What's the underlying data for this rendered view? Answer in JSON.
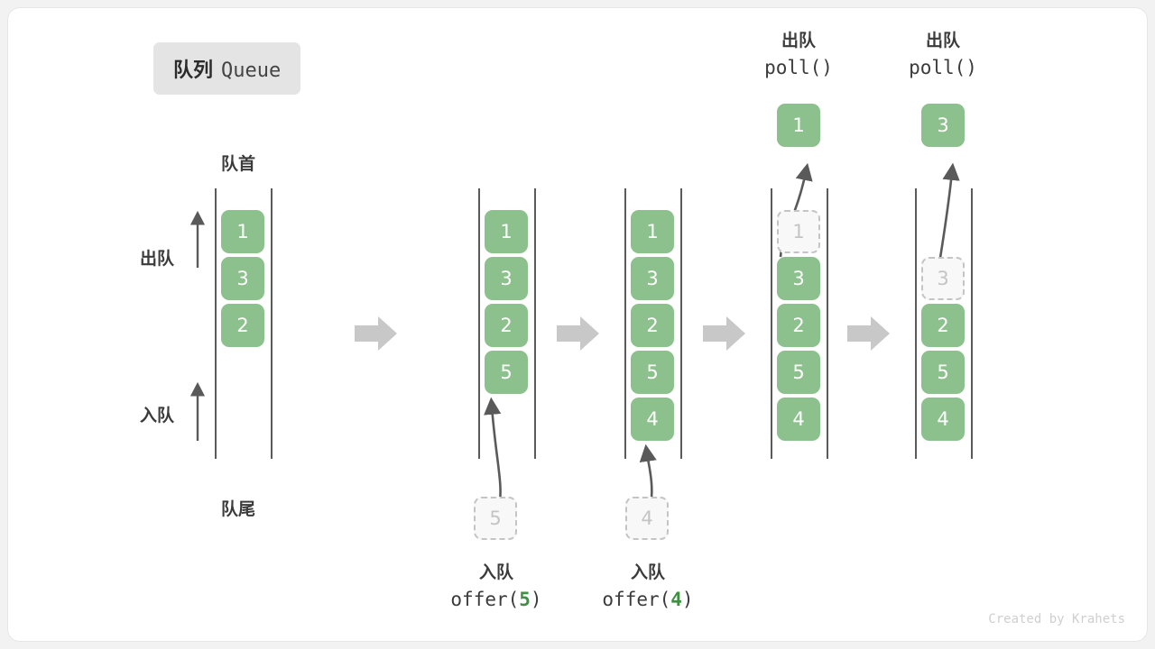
{
  "title": {
    "cn": "队列",
    "en": "Queue"
  },
  "labels": {
    "head": "队首",
    "tail": "队尾",
    "dequeue": "出队",
    "enqueue": "入队"
  },
  "operations": [
    {
      "cn": "入队",
      "code_prefix": "offer(",
      "code_value": "5",
      "code_suffix": ")"
    },
    {
      "cn": "入队",
      "code_prefix": "offer(",
      "code_value": "4",
      "code_suffix": ")"
    },
    {
      "cn": "出队",
      "code_prefix": "poll(",
      "code_value": "",
      "code_suffix": ")"
    },
    {
      "cn": "出队",
      "code_prefix": "poll(",
      "code_value": "",
      "code_suffix": ")"
    }
  ],
  "stages": [
    {
      "name": "initial",
      "cells": [
        "1",
        "3",
        "2"
      ]
    },
    {
      "name": "after-offer5",
      "cells": [
        "1",
        "3",
        "2",
        "5"
      ]
    },
    {
      "name": "after-offer4",
      "cells": [
        "1",
        "3",
        "2",
        "5",
        "4"
      ]
    },
    {
      "name": "polling-1",
      "cells": [
        "1",
        "3",
        "2",
        "5",
        "4"
      ],
      "ghost_index": 0,
      "popped": "1"
    },
    {
      "name": "polling-3",
      "cells": [
        "",
        "3",
        "2",
        "5",
        "4"
      ],
      "ghost_index": 1,
      "popped": "3"
    }
  ],
  "pending": [
    {
      "stage": 1,
      "value": "5"
    },
    {
      "stage": 2,
      "value": "4"
    }
  ],
  "popped": [
    {
      "stage": 3,
      "value": "1"
    },
    {
      "stage": 4,
      "value": "3"
    }
  ],
  "colors": {
    "cell_green": "#8cc08c",
    "ghost_fill": "#f8f8f8",
    "ghost_border": "#c4c4c4",
    "rail": "#5a5a5a",
    "flow_arrow": "#c8c8c8",
    "accent_text": "#3f9142"
  },
  "credit": "Created by Krahets"
}
